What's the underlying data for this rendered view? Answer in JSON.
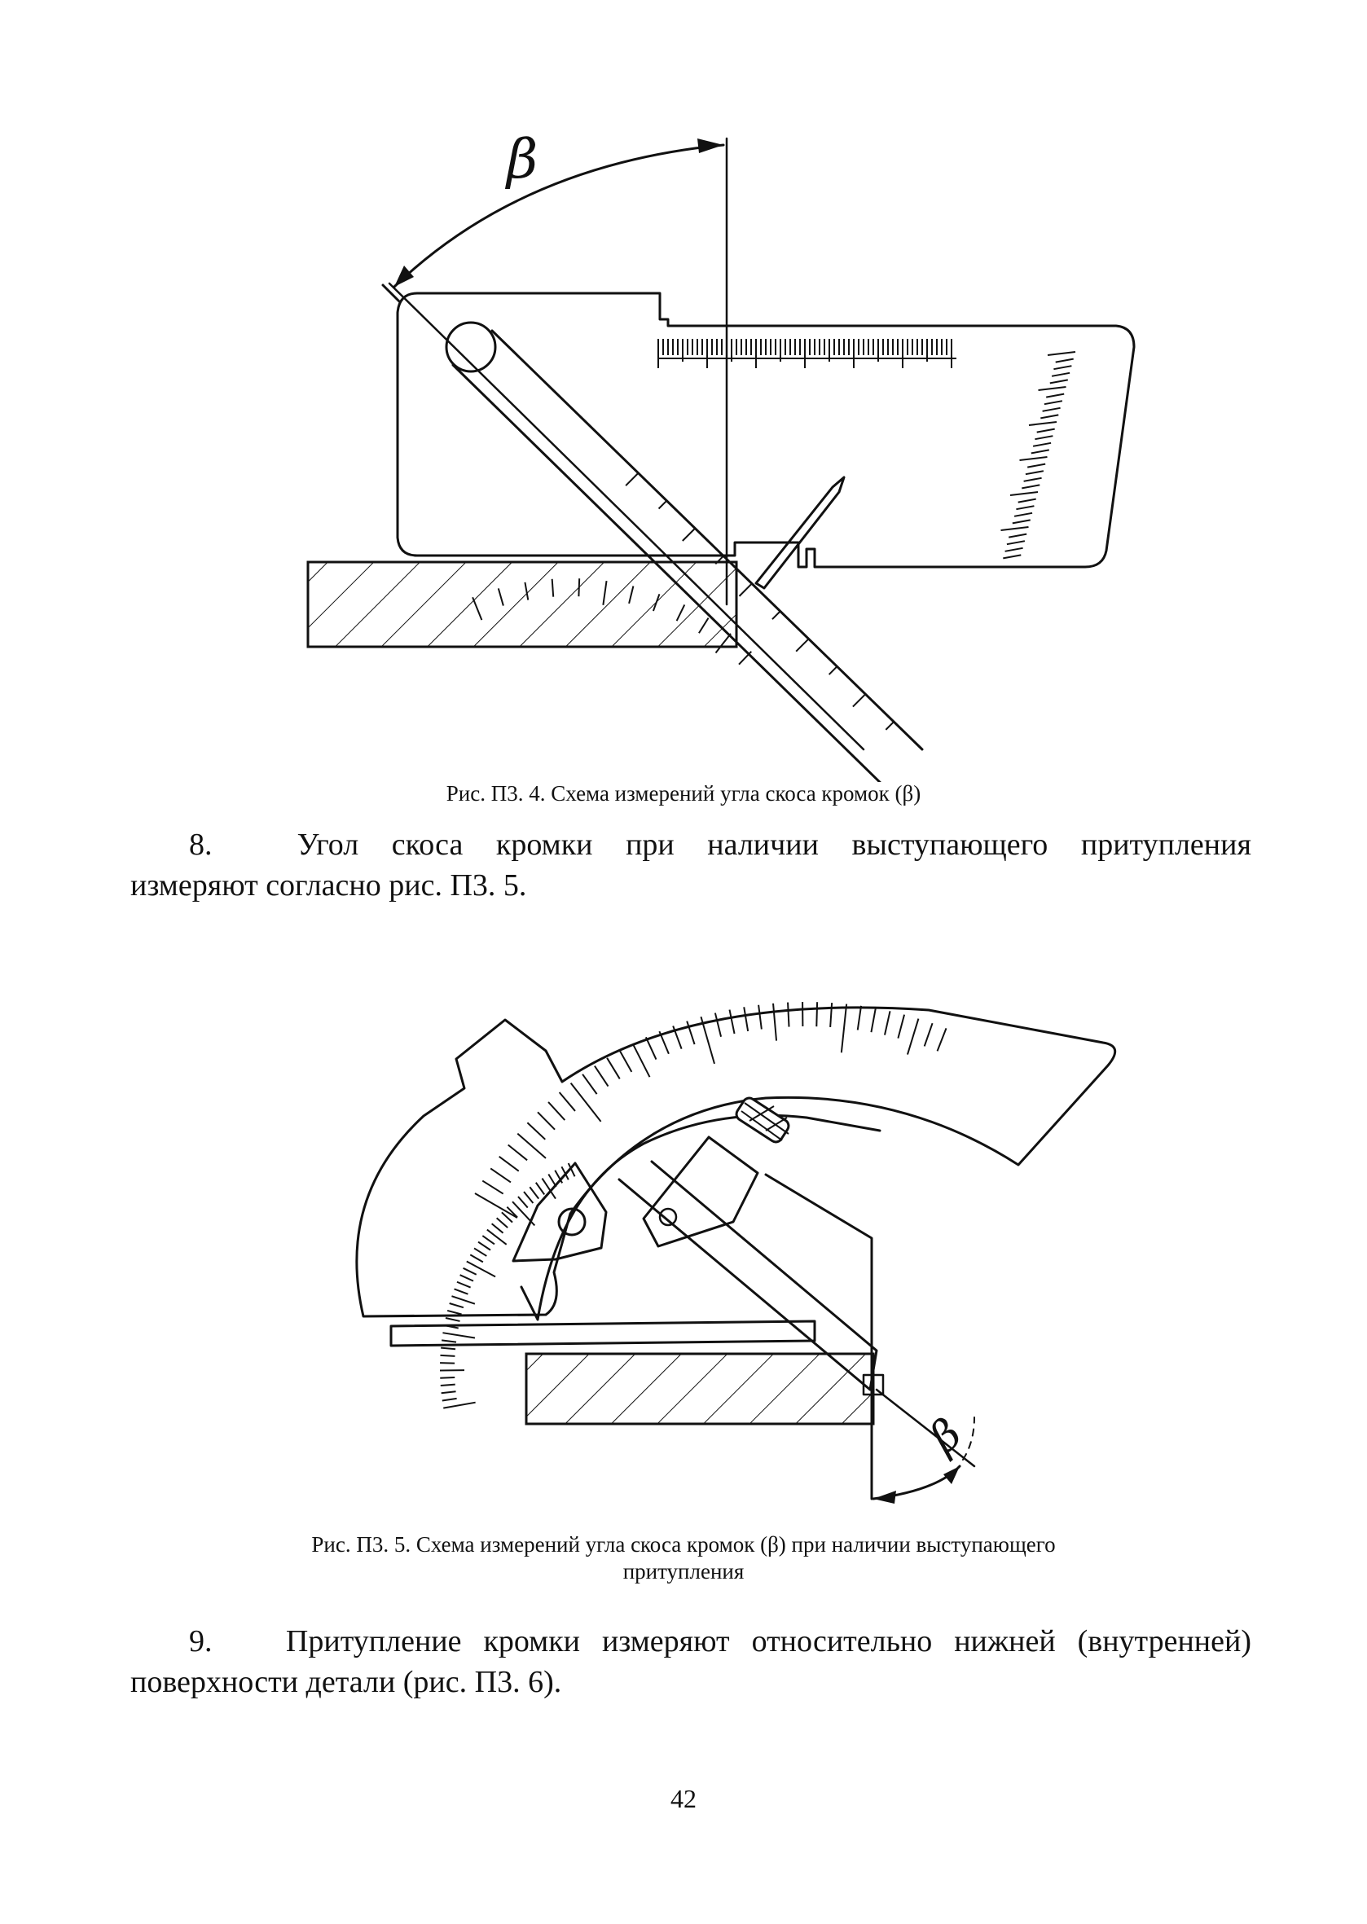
{
  "figure4": {
    "angle_symbol": "β",
    "caption": "Рис. П3. 4. Схема измерений угла скоса кромок (β)"
  },
  "item8": {
    "number": "8.",
    "words": [
      "Угол",
      "скоса",
      "кромки",
      "при",
      "наличии",
      "выступающего",
      "притупления"
    ],
    "continuation": "измеряют согласно рис. П3. 5."
  },
  "figure5": {
    "angle_symbol": "β",
    "caption_line1": "Рис. П3. 5. Схема измерений угла скоса кромок (β) при наличии выступающего",
    "caption_line2": "притупления"
  },
  "item9": {
    "number": "9.",
    "words": [
      "Притупление",
      "кромки",
      "измеряют",
      "относительно",
      "нижней",
      "(внутренней)"
    ],
    "continuation": "поверхности детали (рис. П3. 6)."
  },
  "page_number": "42"
}
